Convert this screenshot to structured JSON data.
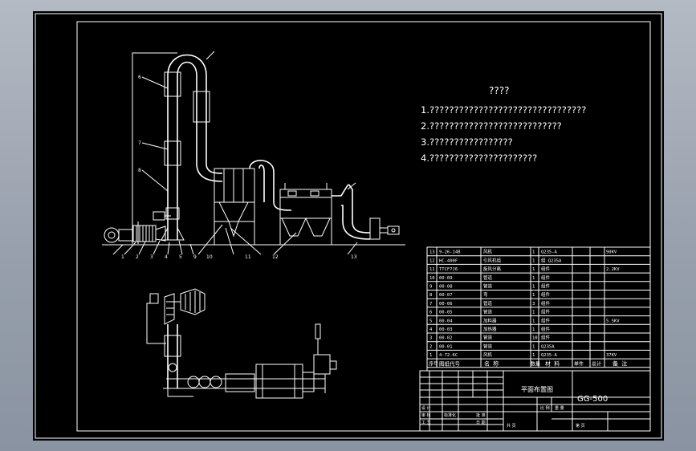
{
  "notes": {
    "title": "????",
    "lines": [
      "1.????????????????????????????????",
      "2.???????????????????????????",
      "3.?????????????????",
      "4.??????????????????????"
    ]
  },
  "callouts": [
    "1",
    "2",
    "3",
    "4",
    "5",
    "6",
    "7",
    "8",
    "9",
    "10",
    "11",
    "12",
    "13"
  ],
  "bom": {
    "rows": [
      {
        "no": "13",
        "code": "9-26-14B",
        "name": "风机",
        "qty": "1",
        "mat": "Q235-A",
        "rem": "90KV"
      },
      {
        "no": "12",
        "code": "HC-400F",
        "name": "引风机组",
        "qty": "1",
        "mat": "组 Q235A",
        "rem": ""
      },
      {
        "no": "11",
        "code": "TTCF7J6",
        "name": "旋风分离",
        "qty": "1",
        "mat": "组件",
        "rem": "2.2KV"
      },
      {
        "no": "10",
        "code": "00-09",
        "name": "管道",
        "qty": "1",
        "mat": "组件",
        "rem": ""
      },
      {
        "no": "9",
        "code": "00-08",
        "name": "管道",
        "qty": "1",
        "mat": "组件",
        "rem": ""
      },
      {
        "no": "8",
        "code": "00-07",
        "name": "弯",
        "qty": "1",
        "mat": "组件",
        "rem": ""
      },
      {
        "no": "7",
        "code": "00-06",
        "name": "管道",
        "qty": "3",
        "mat": "组件",
        "rem": ""
      },
      {
        "no": "6",
        "code": "00-05",
        "name": "管道",
        "qty": "1",
        "mat": "组件",
        "rem": ""
      },
      {
        "no": "5",
        "code": "00-04",
        "name": "加料器",
        "qty": "1",
        "mat": "组件",
        "rem": "5.5KV"
      },
      {
        "no": "4",
        "code": "00-03",
        "name": "加热器",
        "qty": "1",
        "mat": "组件",
        "rem": ""
      },
      {
        "no": "3",
        "code": "00-02",
        "name": "管道",
        "qty": "10",
        "mat": "组件",
        "rem": ""
      },
      {
        "no": "2",
        "code": "00-01",
        "name": "管道",
        "qty": "1",
        "mat": "Q235A",
        "rem": ""
      },
      {
        "no": "1",
        "code": "4-72-6C",
        "name": "风机",
        "qty": "1",
        "mat": "Q235-A",
        "rem": "37KV"
      }
    ],
    "header": {
      "no": "序号",
      "code": "图纸代号",
      "name": "名 称",
      "qty": "数量",
      "mat": "材 料",
      "unit": "单件",
      "total": "总计",
      "rem": "备 注"
    }
  },
  "titleblock": {
    "drawing_name": "平面布置图",
    "drawing_code": "GG-500",
    "labels": [
      "设 计",
      "审 核",
      "工 艺",
      "标准化",
      "批 准",
      "日 期",
      "比 例",
      "重 量",
      "共 页",
      "第 页"
    ]
  }
}
